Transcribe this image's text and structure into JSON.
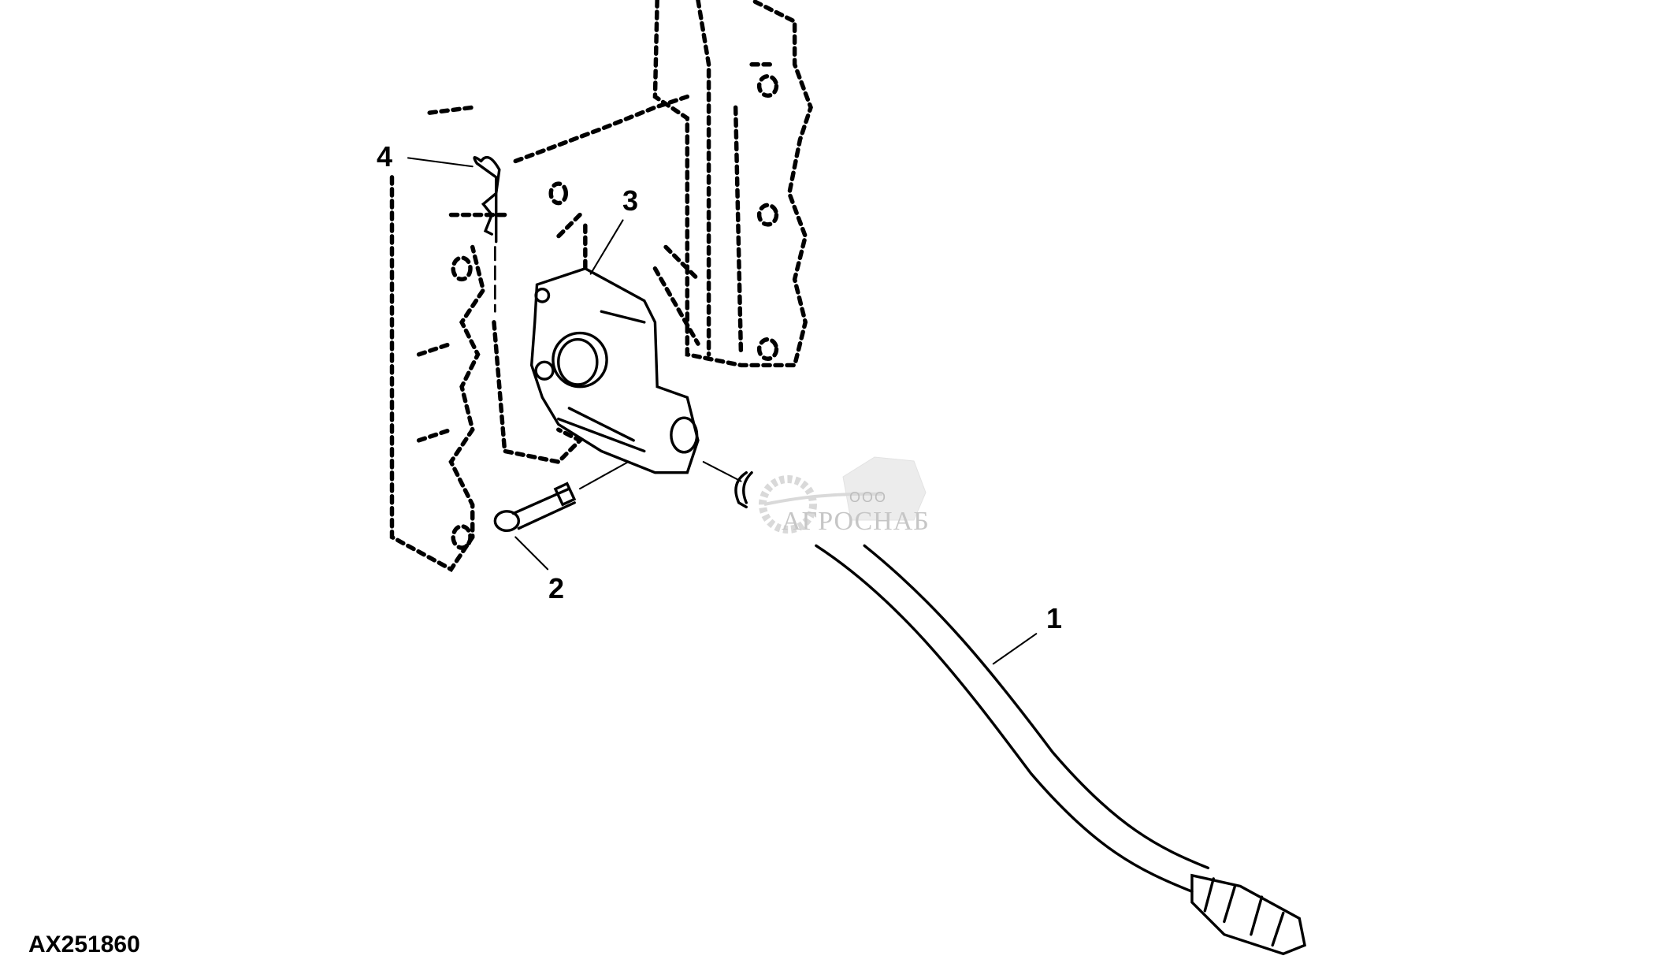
{
  "diagram": {
    "figure_id": "AX251860",
    "callouts": [
      {
        "number": "1",
        "part": "hose"
      },
      {
        "number": "2",
        "part": "pin"
      },
      {
        "number": "3",
        "part": "valve-housing"
      },
      {
        "number": "4",
        "part": "spring-clip"
      }
    ]
  },
  "watermark": {
    "prefix": "ООО",
    "name": "АГРОСНАБ"
  },
  "colors": {
    "line": "#000000",
    "watermark": "#999999",
    "background": "#ffffff"
  }
}
